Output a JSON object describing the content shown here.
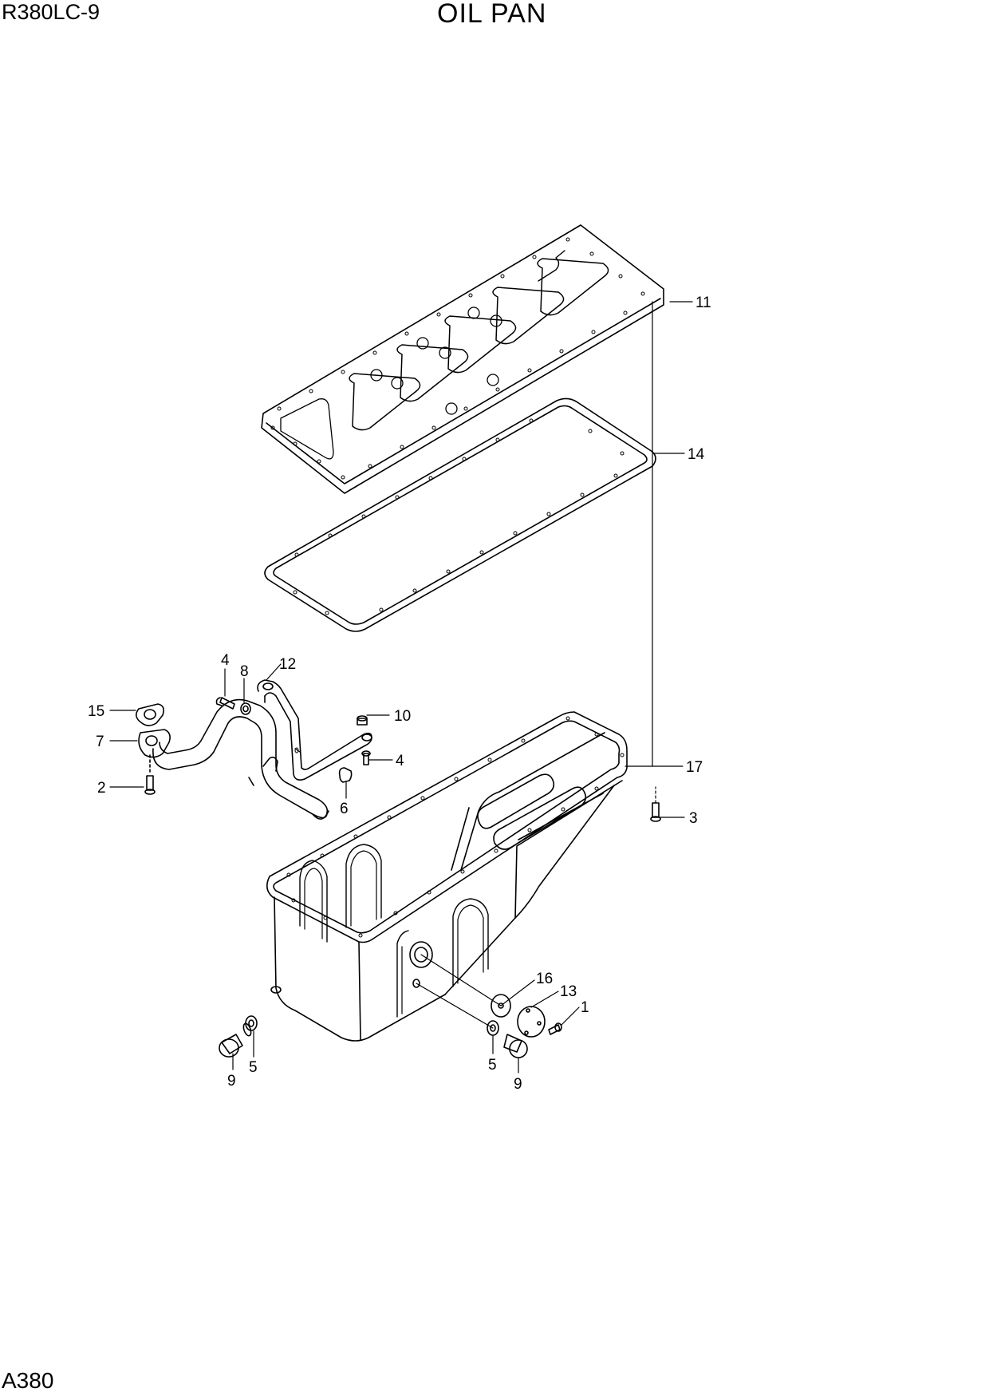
{
  "header": {
    "model": "R380LC-9",
    "title": "OIL PAN"
  },
  "footer": {
    "page_code": "A380"
  },
  "diagram": {
    "parts": [
      {
        "name": "oil-pan-upper-plate"
      },
      {
        "name": "oil-pan-gasket"
      },
      {
        "name": "oil-pan"
      },
      {
        "name": "suction-pipe"
      },
      {
        "name": "pipe-bracket"
      },
      {
        "name": "drain-plug"
      },
      {
        "name": "cover-plate"
      }
    ],
    "callouts": [
      {
        "id": "c11",
        "label": "11"
      },
      {
        "id": "c14",
        "label": "14"
      },
      {
        "id": "c17",
        "label": "17"
      },
      {
        "id": "c3",
        "label": "3"
      },
      {
        "id": "c4a",
        "label": "4"
      },
      {
        "id": "c8",
        "label": "8"
      },
      {
        "id": "c12",
        "label": "12"
      },
      {
        "id": "c10",
        "label": "10"
      },
      {
        "id": "c4b",
        "label": "4"
      },
      {
        "id": "c6",
        "label": "6"
      },
      {
        "id": "c15",
        "label": "15"
      },
      {
        "id": "c7",
        "label": "7"
      },
      {
        "id": "c2",
        "label": "2"
      },
      {
        "id": "c16",
        "label": "16"
      },
      {
        "id": "c13",
        "label": "13"
      },
      {
        "id": "c1",
        "label": "1"
      },
      {
        "id": "c9a",
        "label": "9"
      },
      {
        "id": "c5a",
        "label": "5"
      },
      {
        "id": "c5b",
        "label": "5"
      },
      {
        "id": "c9b",
        "label": "9"
      }
    ]
  }
}
